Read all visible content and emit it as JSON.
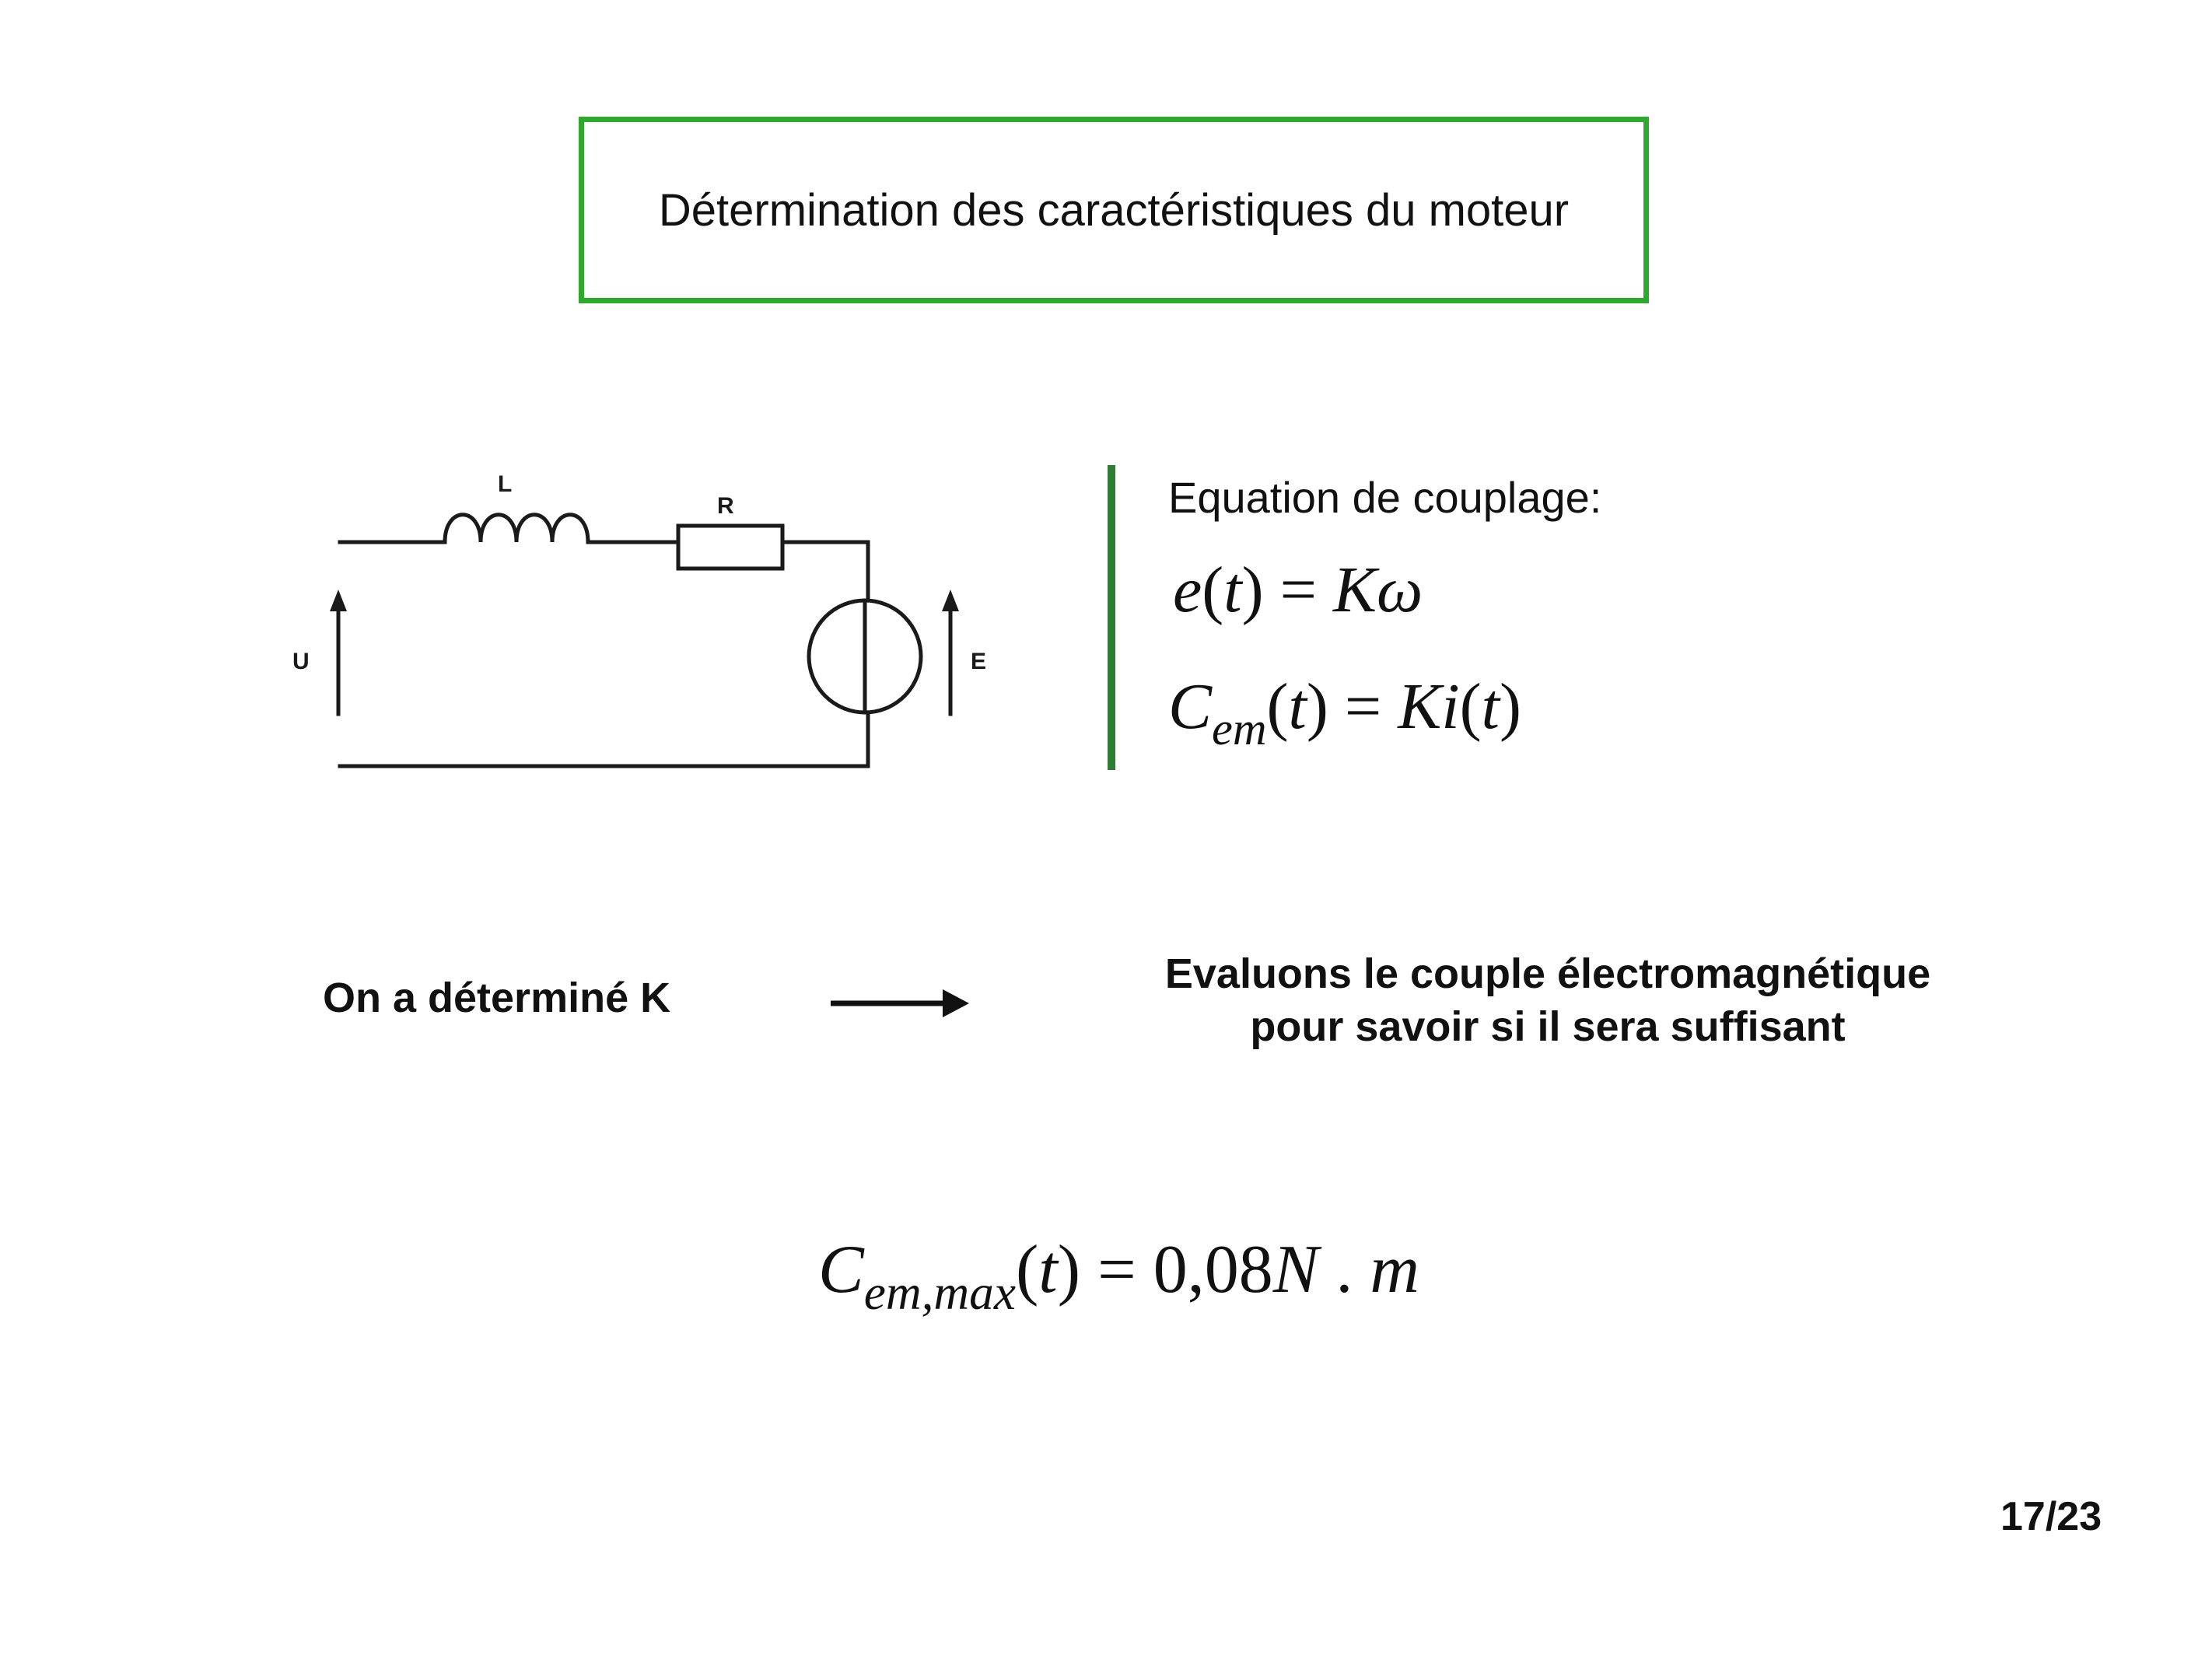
{
  "title": "Détermination des caractéristiques du moteur",
  "circuit": {
    "labels": {
      "inductor": "L",
      "resistor": "R",
      "supply_voltage": "U",
      "back_emf": "E"
    },
    "stroke_color": "#1a1a1a"
  },
  "coupling": {
    "heading": "Equation de couplage:",
    "eq1": {
      "e": "e",
      "t": "t",
      "lp": "(",
      "rp": ")",
      "eq": " = ",
      "K": "K",
      "omega": "ω"
    },
    "eq2": {
      "C": "C",
      "sub": "em",
      "t": "t",
      "lp": "(",
      "rp": ")",
      "eq": " = ",
      "Ki": "Ki",
      "t2": "t",
      "lp2": "(",
      "rp2": ")"
    },
    "bar_color": "#2e7d32"
  },
  "notes": {
    "left": "On a déterminé K",
    "right_line1": "Evaluons le couple électromagnétique",
    "right_line2": "pour savoir si il sera suffisant"
  },
  "result": {
    "C": "C",
    "sub": "em,max",
    "lp": "(",
    "t": "t",
    "rp": ")",
    "eq": " = ",
    "value": "0,08",
    "N": "N",
    "dot": " . ",
    "m": "m"
  },
  "page_number": "17/23",
  "colors": {
    "title_border": "#2fa82f",
    "text": "#111111"
  }
}
